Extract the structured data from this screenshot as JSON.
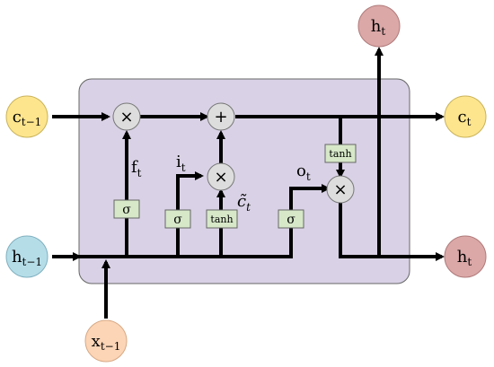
{
  "colors": {
    "cell_fill": "#d9d2e6",
    "gate_fill": "#d6e8c8",
    "op_fill": "#dddddd",
    "c_node": "#fde58e",
    "h_in_node": "#b5dde8",
    "h_out_node": "#dba7a7",
    "x_node": "#fcd5b6"
  },
  "nodes": {
    "c_in": {
      "main": "c",
      "sub": "t−1"
    },
    "c_out": {
      "main": "c",
      "sub": "t"
    },
    "h_in": {
      "main": "h",
      "sub": "t−1"
    },
    "h_out_top": {
      "main": "h",
      "sub": "t"
    },
    "h_out_right": {
      "main": "h",
      "sub": "t"
    },
    "x_in": {
      "main": "x",
      "sub": "t−1"
    }
  },
  "gates": {
    "forget": "σ",
    "input": "σ",
    "candidate": "tanh",
    "output": "σ",
    "cell_tanh": "tanh"
  },
  "ops": {
    "forget_mul": "×",
    "cell_add": "+",
    "input_mul": "×",
    "output_mul": "×"
  },
  "labels": {
    "f": {
      "main": "f",
      "sub": "t"
    },
    "i": {
      "main": "i",
      "sub": "t"
    },
    "o": {
      "main": "o",
      "sub": "t"
    },
    "c_tilde": {
      "main": "c̃",
      "sub": "t"
    }
  }
}
